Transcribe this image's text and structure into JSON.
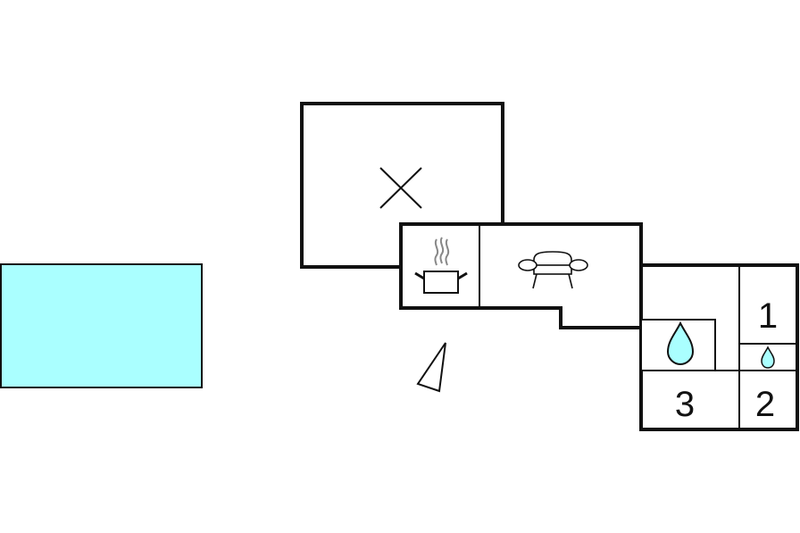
{
  "floorplan": {
    "colors": {
      "wall": "#111111",
      "water": "#aaffff",
      "icon_stroke": "#222222",
      "steam": "#888888"
    },
    "rooms": {
      "terrace": {
        "icon": "cross-icon"
      },
      "kitchen": {
        "icon": "cooking-pot-icon"
      },
      "living": {
        "icon": "sofa-icon"
      },
      "bathroom_large": {
        "icon": "water-drop-icon"
      },
      "bathroom_small": {
        "icon": "water-drop-icon"
      }
    },
    "bedrooms": [
      {
        "number": "1"
      },
      {
        "number": "2"
      },
      {
        "number": "3"
      }
    ],
    "pool": {
      "icon": "pool"
    },
    "compass": {
      "icon": "north-arrow-icon"
    }
  }
}
